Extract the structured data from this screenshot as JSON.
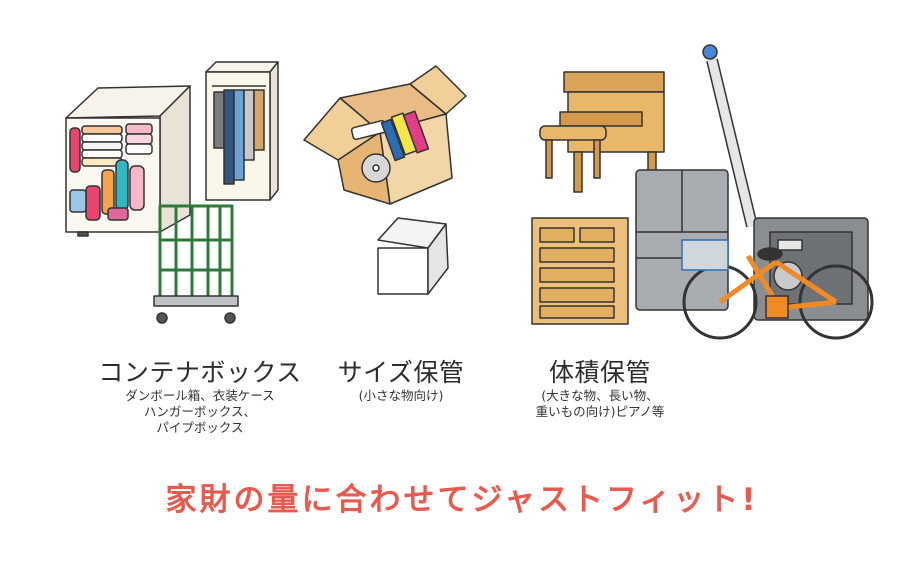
{
  "categories": [
    {
      "title": "コンテナボックス",
      "lines": [
        "ダンボール箱、衣装ケース",
        "ハンガーボックス、",
        "パイプボックス"
      ],
      "icon": "container-storage-icon"
    },
    {
      "title": "サイズ保管",
      "lines": [
        "(小さな物向け)"
      ],
      "icon": "small-box-icon"
    },
    {
      "title": "体積保管",
      "lines": [
        "(大きな物、長い物、",
        "重いもの向け)ピアノ等"
      ],
      "icon": "large-items-icon"
    }
  ],
  "tagline": "家財の量に合わせてジャストフィット!",
  "colors": {
    "tagline": "#e85a4f",
    "wood": "#e8b86a",
    "metal": "#9ea3a8",
    "bike": "#f08a24"
  }
}
